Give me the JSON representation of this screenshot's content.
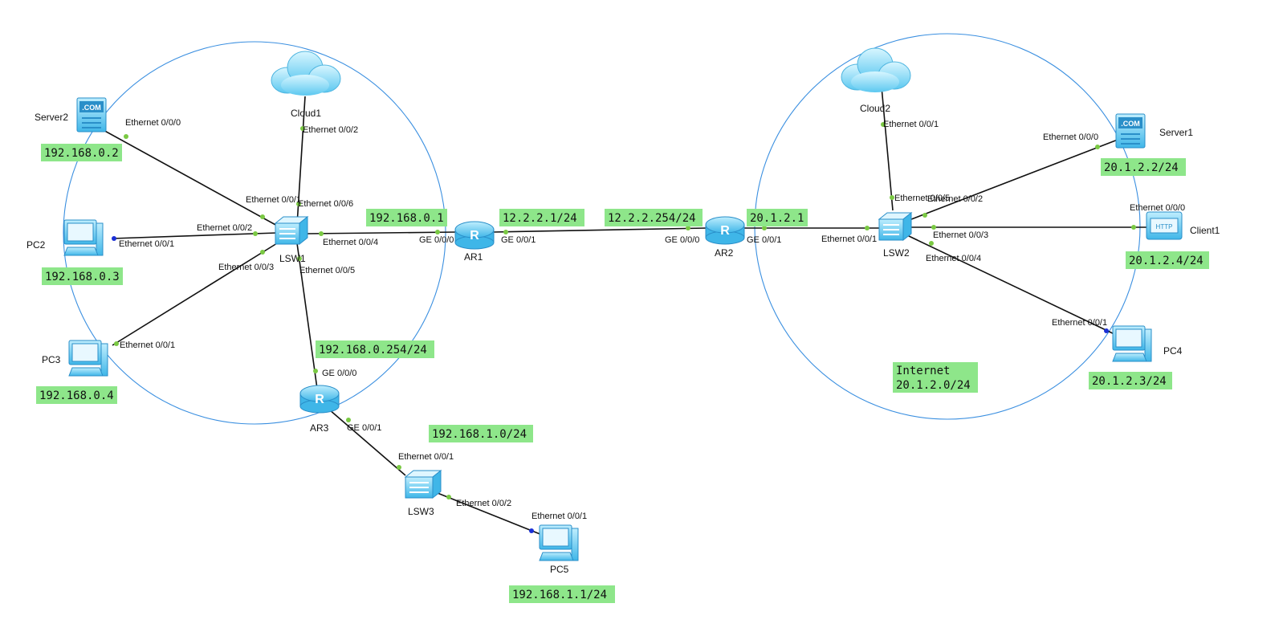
{
  "devices": {
    "cloud1": "Cloud1",
    "cloud2": "Cloud2",
    "server2": "Server2",
    "server1": "Server1",
    "pc2": "PC2",
    "pc3": "PC3",
    "pc4": "PC4",
    "pc5": "PC5",
    "client1": "Client1",
    "lsw1": "LSW1",
    "lsw2": "LSW2",
    "lsw3": "LSW3",
    "ar1": "AR1",
    "ar2": "AR2",
    "ar3": "AR3"
  },
  "icon_text": {
    "server": ".COM",
    "router": "R",
    "client": "HTTP"
  },
  "ports": {
    "server2_e000": "Ethernet 0/0/0",
    "cloud1_e002": "Ethernet 0/0/2",
    "lsw1_e001": "Ethernet 0/0/1",
    "lsw1_e006": "Ethernet 0/0/6",
    "lsw1_e002": "Ethernet 0/0/2",
    "pc2_e001": "Ethernet 0/0/1",
    "lsw1_e004": "Ethernet 0/0/4",
    "lsw1_e003": "Ethernet 0/0/3",
    "lsw1_e005": "Ethernet 0/0/5",
    "pc3_e001": "Ethernet 0/0/1",
    "ar1_ge000": "GE 0/0/0",
    "ar1_ge001": "GE 0/0/1",
    "ar2_ge000": "GE 0/0/0",
    "ar2_ge001": "GE 0/0/1",
    "ar3_ge000": "GE 0/0/0",
    "ar3_ge001": "GE 0/0/1",
    "lsw3_e001": "Ethernet 0/0/1",
    "lsw3_e002": "Ethernet 0/0/2",
    "pc5_e001": "Ethernet 0/0/1",
    "cloud2_e001": "Ethernet 0/0/1",
    "lsw2_e005": "Ethernet 0/0/5",
    "lsw2_e002": "Ethernet 0/0/2",
    "server1_e000": "Ethernet 0/0/0",
    "lsw2_e001": "Ethernet 0/0/1",
    "lsw2_e003": "Ethernet 0/0/3",
    "lsw2_e004": "Ethernet 0/0/4",
    "client1_e000": "Ethernet 0/0/0",
    "pc4_e001": "Ethernet 0/0/1"
  },
  "ip_labels": {
    "server2_ip": "192.168.0.2",
    "pc2_ip": "192.168.0.3",
    "pc3_ip": "192.168.0.4",
    "ar1_ge000_ip": "192.168.0.1",
    "ar1_ge001_ip": "12.2.2.1/24",
    "ar2_ge000_ip": "12.2.2.254/24",
    "ar2_ge001_ip": "20.1.2.1",
    "ar3_ge000_ip": "192.168.0.254/24",
    "net_192_168_1": "192.168.1.0/24",
    "pc5_ip": "192.168.1.1/24",
    "server1_ip": "20.1.2.2/24",
    "client1_ip": "20.1.2.4/24",
    "pc4_ip": "20.1.2.3/24",
    "internet_label": "Internet",
    "internet_net": "20.1.2.0/24"
  },
  "colors": {
    "ip_label_bg": "#8ee68a",
    "zone_circle": "#3a8fe0",
    "device_icon": "#5ac8f0",
    "port_dot_active": "#7ac943",
    "port_dot_pc": "#1a2fd6"
  }
}
